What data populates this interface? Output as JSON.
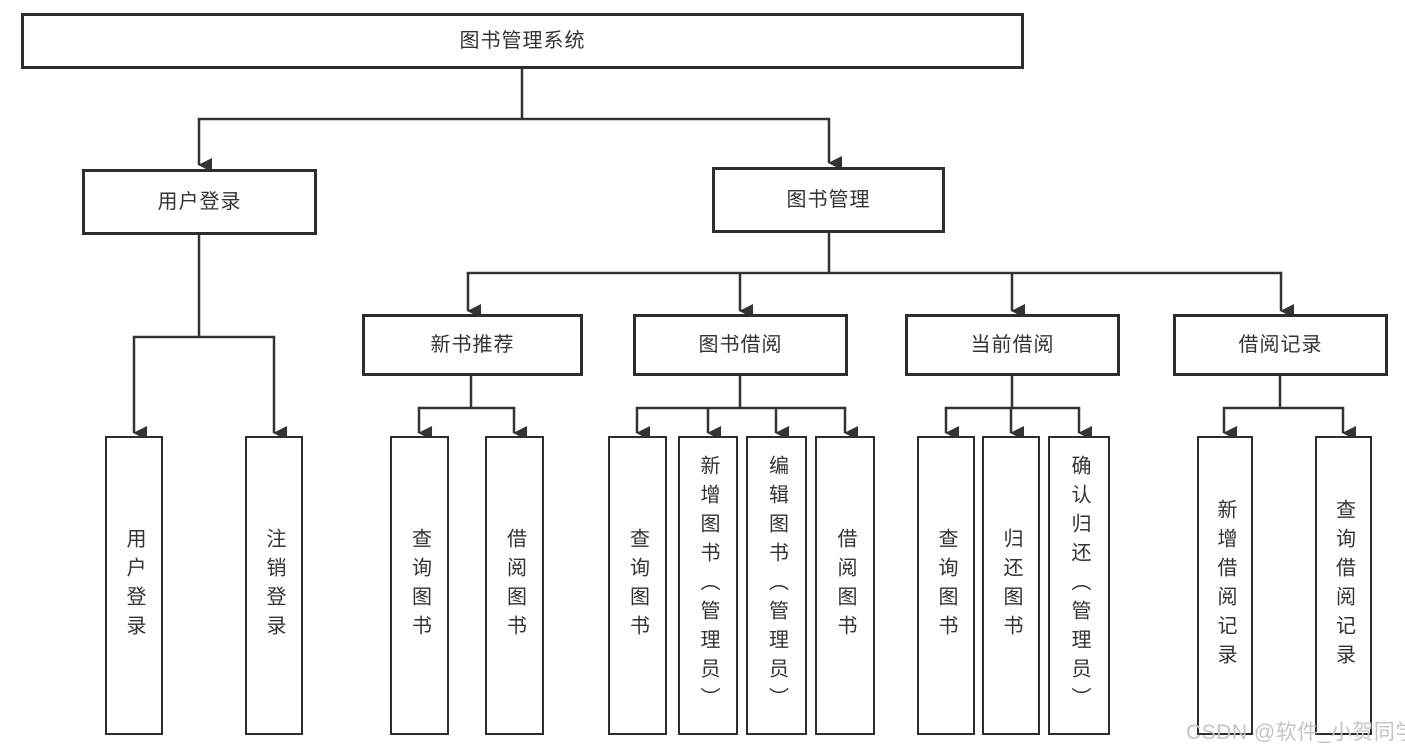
{
  "diagram_title": "图书管理系统",
  "watermark": {
    "text": "CSDN @软件_小贺同学"
  },
  "colors": {
    "line": "#333333",
    "box_border": "#2d2d2d",
    "text": "#333333",
    "watermark_text": "#c4c4c4",
    "background": "#ffffff"
  },
  "tree": {
    "root": {
      "label": "图书管理系统",
      "children": [
        {
          "label": "用户登录",
          "children": [
            {
              "label": "用户登录"
            },
            {
              "label": "注销登录"
            }
          ]
        },
        {
          "label": "图书管理",
          "children": [
            {
              "label": "新书推荐",
              "children": [
                {
                  "label": "查询图书"
                },
                {
                  "label": "借阅图书"
                }
              ]
            },
            {
              "label": "图书借阅",
              "children": [
                {
                  "label": "查询图书"
                },
                {
                  "label": "新增图书（管理员）"
                },
                {
                  "label": "编辑图书（管理员）"
                },
                {
                  "label": "借阅图书"
                }
              ]
            },
            {
              "label": "当前借阅",
              "children": [
                {
                  "label": "查询图书"
                },
                {
                  "label": "归还图书"
                },
                {
                  "label": "确认归还（管理员）"
                }
              ]
            },
            {
              "label": "借阅记录",
              "children": [
                {
                  "label": "新增借阅记录"
                },
                {
                  "label": "查询借阅记录"
                }
              ]
            }
          ]
        }
      ]
    }
  }
}
